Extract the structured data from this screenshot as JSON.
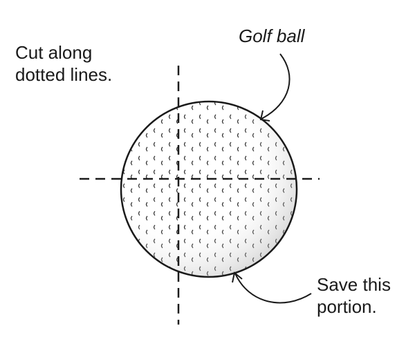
{
  "labels": {
    "cut_line1": "Cut along",
    "cut_line2": "dotted lines.",
    "golf_ball": "Golf ball",
    "save_line1": "Save this",
    "save_line2": "portion."
  },
  "colors": {
    "ink": "#1a1a1a",
    "shade": "#888888"
  }
}
